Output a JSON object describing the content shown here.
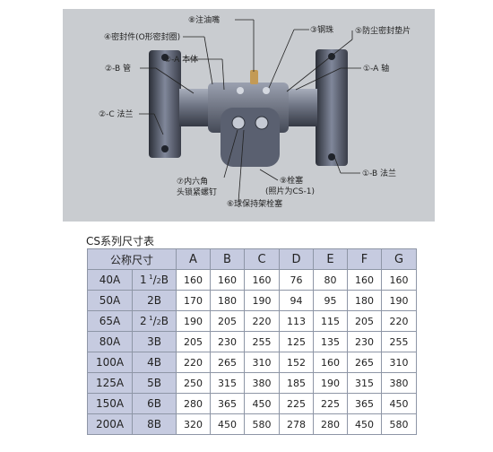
{
  "figure": {
    "callouts": {
      "c8": "⑧注油嘴",
      "c3": "③钢珠",
      "c4": "④密封件(O形密封圈)",
      "c5": "⑤防尘密封垫片",
      "c2a": "②-A 本体",
      "c2b": "②-B 管",
      "c1a": "①-A 轴",
      "c2c": "②-C 法兰",
      "c1b": "①-B 法兰",
      "c7a": "⑦内六角",
      "c7b": "头锁紧螺钉",
      "c9a": "⑨栓塞",
      "c9b": "(照片为CS-1)",
      "c6": "⑥球保持架栓塞"
    }
  },
  "table": {
    "title": "CS系列尺寸表",
    "header_nominal": "公称尺寸",
    "columns": [
      "A",
      "B",
      "C",
      "D",
      "E",
      "F",
      "G"
    ],
    "rows": [
      {
        "a": "40A",
        "b": {
          "whole": "1",
          "num": "1",
          "den": "2",
          "suffix": "B"
        },
        "values": [
          "160",
          "160",
          "160",
          "76",
          "80",
          "160",
          "160"
        ]
      },
      {
        "a": "50A",
        "b": {
          "text": "2B"
        },
        "values": [
          "170",
          "180",
          "190",
          "94",
          "95",
          "180",
          "190"
        ]
      },
      {
        "a": "65A",
        "b": {
          "whole": "2",
          "num": "1",
          "den": "2",
          "suffix": "B"
        },
        "values": [
          "190",
          "205",
          "220",
          "113",
          "115",
          "205",
          "220"
        ]
      },
      {
        "a": "80A",
        "b": {
          "text": "3B"
        },
        "values": [
          "205",
          "230",
          "255",
          "125",
          "135",
          "230",
          "255"
        ]
      },
      {
        "a": "100A",
        "b": {
          "text": "4B"
        },
        "values": [
          "220",
          "265",
          "310",
          "152",
          "160",
          "265",
          "310"
        ]
      },
      {
        "a": "125A",
        "b": {
          "text": "5B"
        },
        "values": [
          "250",
          "315",
          "380",
          "185",
          "190",
          "315",
          "380"
        ]
      },
      {
        "a": "150A",
        "b": {
          "text": "6B"
        },
        "values": [
          "280",
          "365",
          "450",
          "225",
          "225",
          "365",
          "450"
        ]
      },
      {
        "a": "200A",
        "b": {
          "text": "8B"
        },
        "values": [
          "320",
          "450",
          "580",
          "278",
          "280",
          "450",
          "580"
        ]
      }
    ]
  }
}
